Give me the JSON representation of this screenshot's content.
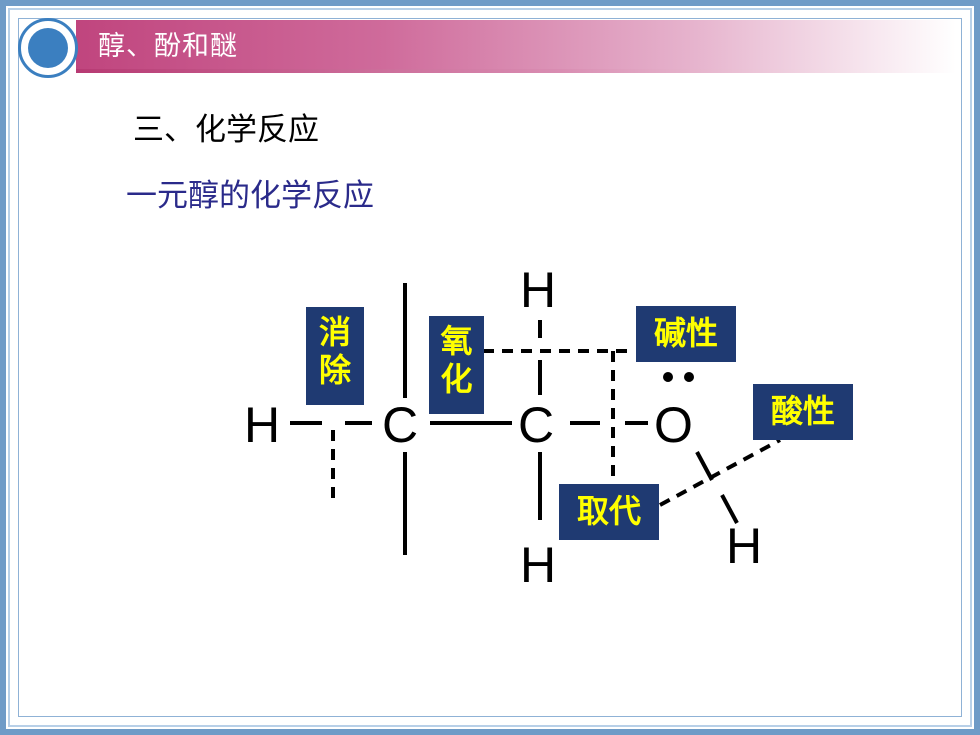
{
  "header": {
    "title": "醇、酚和醚"
  },
  "section": {
    "heading": "三、化学反应",
    "subheading": "一元醇的化学反应"
  },
  "atoms": {
    "h_left": "H",
    "c1": "C",
    "c2": "C",
    "o": "O",
    "h_top": "H",
    "h_bottom": "H",
    "h_right": "H"
  },
  "labels": {
    "elimination_1": "消",
    "elimination_2": "除",
    "oxidation_1": "氧",
    "oxidation_2": "化",
    "basicity": "碱性",
    "acidity": "酸性",
    "substitution": "取代"
  },
  "colors": {
    "header": "#c0457e",
    "label_bg": "#1f3a72",
    "label_text": "#ffff00",
    "subheading": "#2a2a8a",
    "frame": "#6f9bc7"
  }
}
